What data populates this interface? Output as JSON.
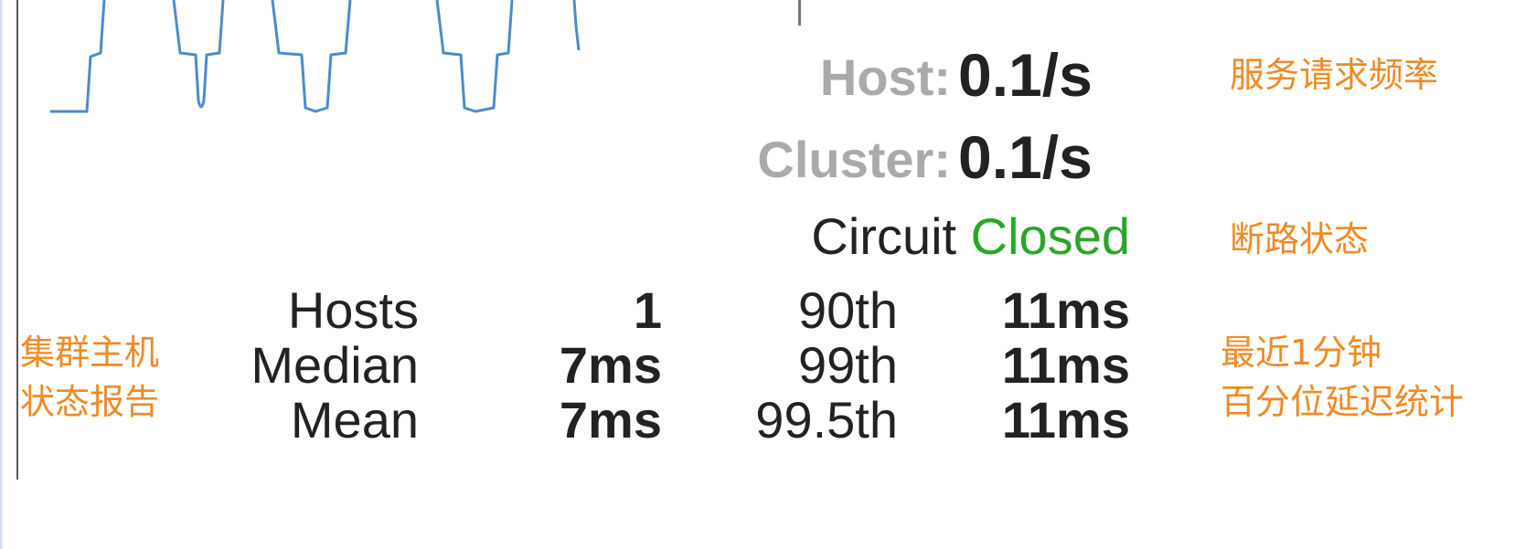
{
  "rates": {
    "host_label": "Host:",
    "host_value": "0.1/s",
    "cluster_label": "Cluster:",
    "cluster_value": "0.1/s"
  },
  "circuit": {
    "label": "Circuit",
    "state": "Closed"
  },
  "host_stats": [
    {
      "label": "Hosts",
      "value": "1"
    },
    {
      "label": "Median",
      "value": "7ms"
    },
    {
      "label": "Mean",
      "value": "7ms"
    }
  ],
  "percentiles": [
    {
      "label": "90th",
      "value": "11ms"
    },
    {
      "label": "99th",
      "value": "11ms"
    },
    {
      "label": "99.5th",
      "value": "11ms"
    }
  ],
  "annotations": {
    "request_rate": "服务请求频率",
    "circuit_state": "断路状态",
    "cluster_report_1": "集群主机",
    "cluster_report_2": "状态报告",
    "latency_1": "最近1分钟",
    "latency_2": "百分位延迟统计"
  },
  "colors": {
    "sparkline": "#4a8ccc",
    "label_gray": "#aaaaaa",
    "text": "#222222",
    "closed_green": "#2aa52a",
    "annotation_orange": "#f08a24"
  }
}
